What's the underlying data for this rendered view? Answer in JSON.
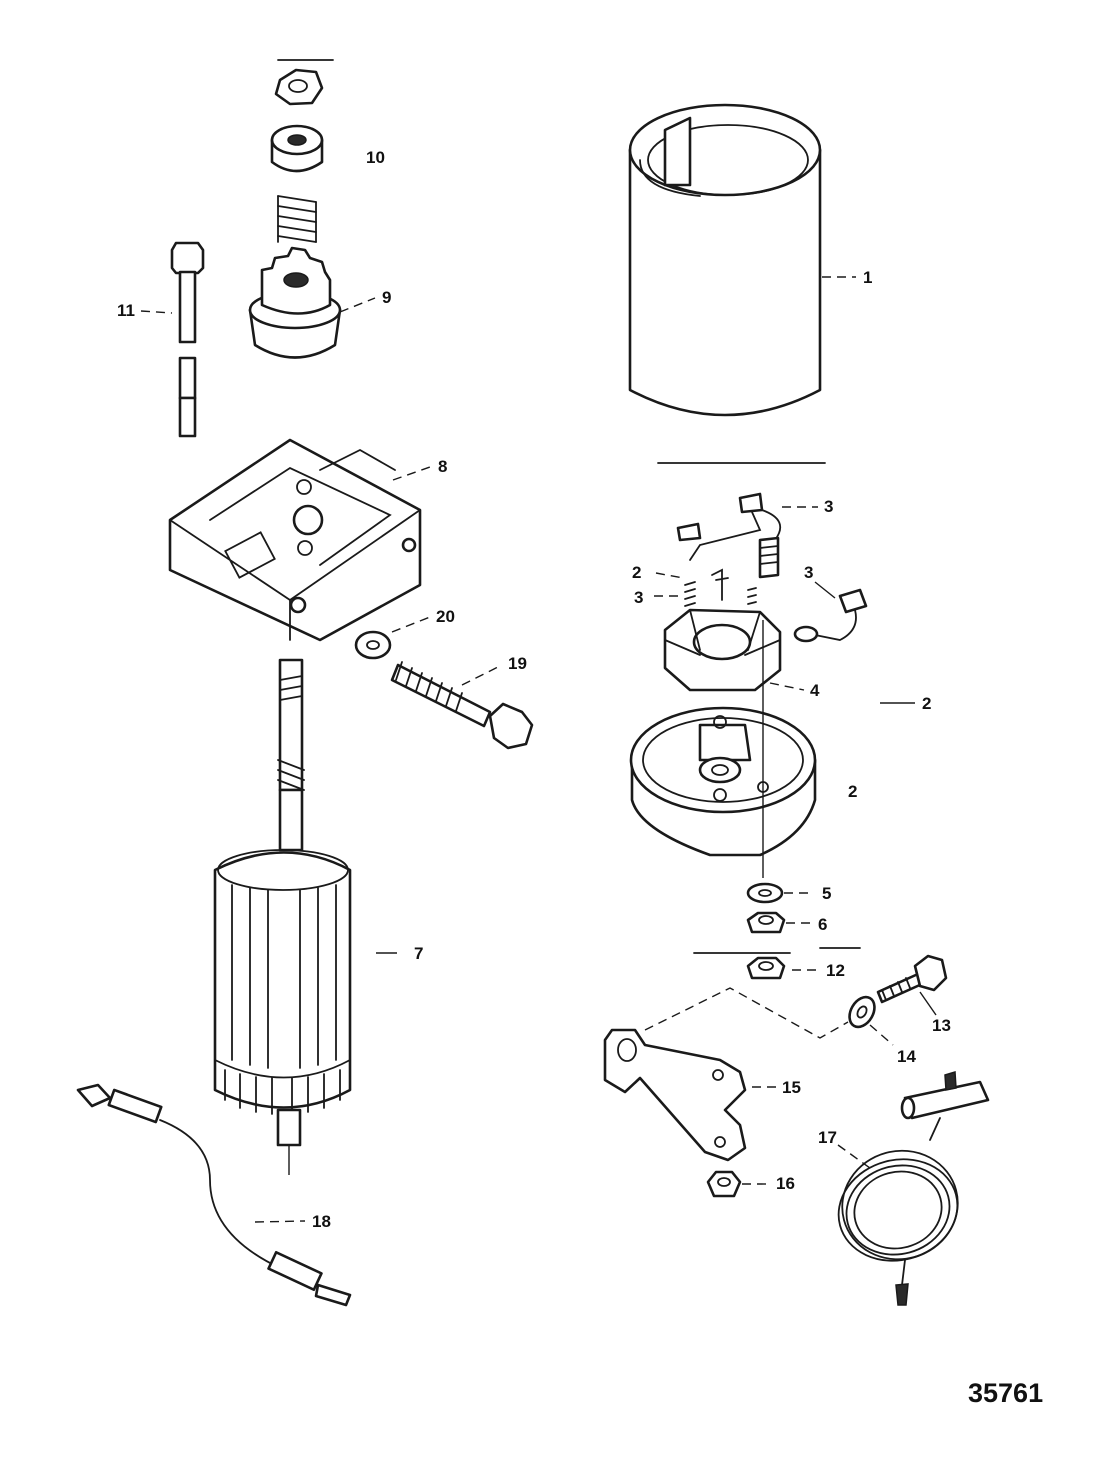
{
  "figure": {
    "number": "35761",
    "callouts": [
      "1",
      "2",
      "2",
      "2",
      "3",
      "3",
      "3",
      "4",
      "5",
      "6",
      "7",
      "8",
      "9",
      "10",
      "11",
      "12",
      "13",
      "14",
      "15",
      "16",
      "17",
      "18",
      "19",
      "20"
    ]
  }
}
